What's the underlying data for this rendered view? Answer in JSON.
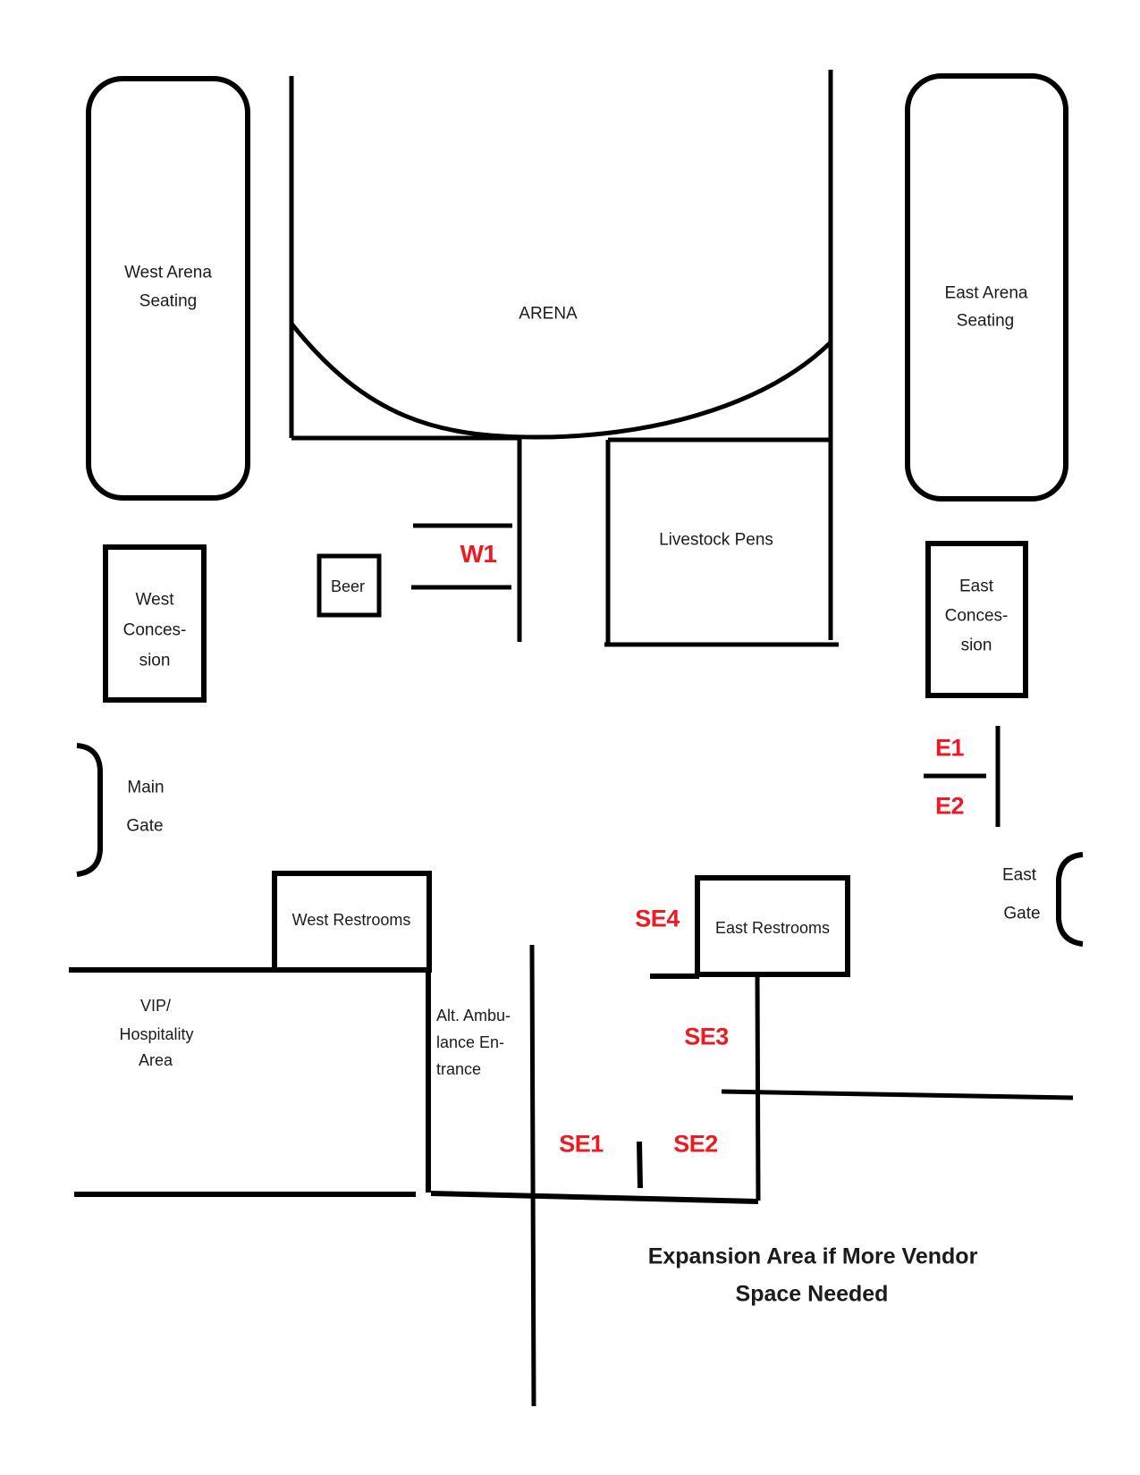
{
  "areas": {
    "west_arena_seating": {
      "lines": [
        "West Arena",
        "Seating"
      ]
    },
    "arena": {
      "label": "ARENA"
    },
    "east_arena_seating": {
      "lines": [
        "East Arena",
        "Seating"
      ]
    },
    "livestock_pens": {
      "label": "Livestock Pens"
    },
    "beer": {
      "label": "Beer"
    },
    "west_concession": {
      "lines": [
        "West",
        "Conces-",
        "sion"
      ]
    },
    "east_concession": {
      "lines": [
        "East",
        "Conces-",
        "sion"
      ]
    },
    "main_gate": {
      "lines": [
        "Main",
        "Gate"
      ]
    },
    "east_gate": {
      "lines": [
        "East",
        "Gate"
      ]
    },
    "west_restrooms": {
      "label": "West Restrooms"
    },
    "east_restrooms": {
      "label": "East Restrooms"
    },
    "vip_hospitality": {
      "lines": [
        "VIP/",
        "Hospitality",
        "Area"
      ]
    },
    "alt_ambulance_entrance": {
      "lines": [
        "Alt. Ambu-",
        "lance En-",
        "trance"
      ]
    },
    "expansion_note": {
      "lines": [
        "Expansion Area if More Vendor",
        "Space Needed"
      ]
    }
  },
  "vendor_spots": {
    "w1": "W1",
    "e1": "E1",
    "e2": "E2",
    "se1": "SE1",
    "se2": "SE2",
    "se3": "SE3",
    "se4": "SE4"
  },
  "colors": {
    "background": "#ffffff",
    "line": "#000000",
    "text": "#1b1b1b",
    "vendor_label": "#ec1b23"
  }
}
